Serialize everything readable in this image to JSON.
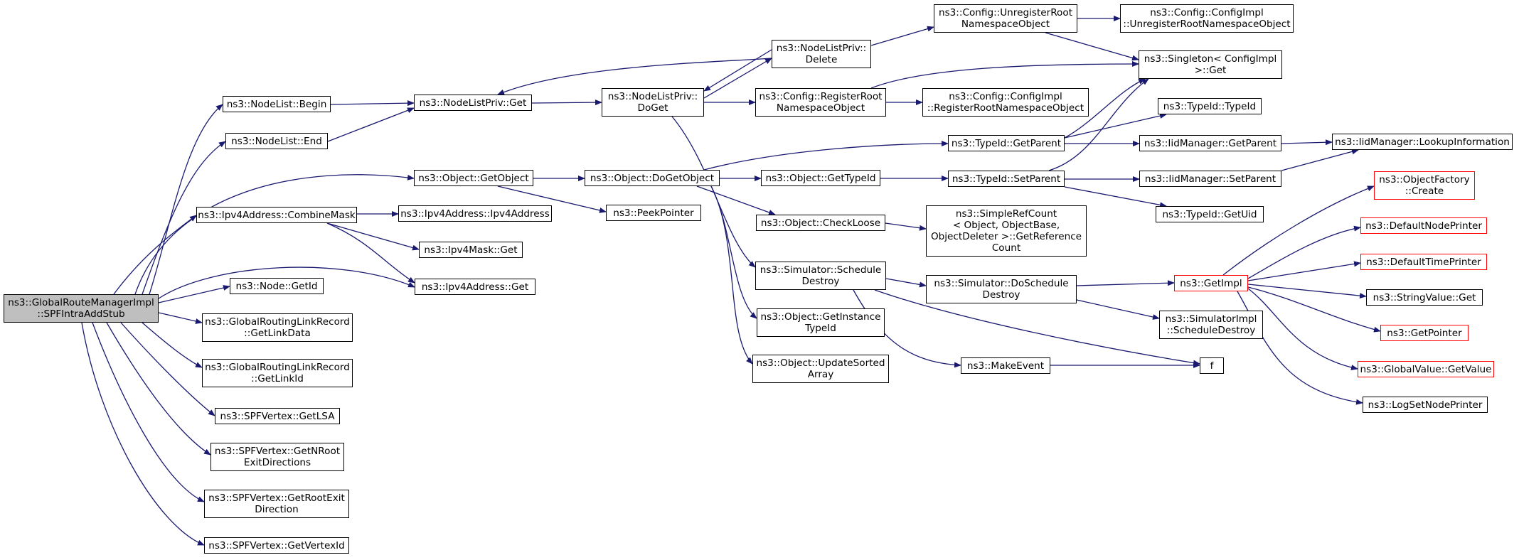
{
  "nodes": {
    "root": {
      "lines": [
        "ns3::GlobalRouteManagerImpl",
        "::SPFIntraAddStub"
      ]
    },
    "nlBegin": {
      "lines": [
        "ns3::NodeList::Begin"
      ]
    },
    "nlEnd": {
      "lines": [
        "ns3::NodeList::End"
      ]
    },
    "objGet": {
      "lines": [
        "ns3::Object::GetObject"
      ]
    },
    "combineMask": {
      "lines": [
        "ns3::Ipv4Address::CombineMask"
      ]
    },
    "nodeGetId": {
      "lines": [
        "ns3::Node::GetId"
      ]
    },
    "grlGetData": {
      "lines": [
        "ns3::GlobalRoutingLinkRecord",
        "::GetLinkData"
      ]
    },
    "grlGetId": {
      "lines": [
        "ns3::GlobalRoutingLinkRecord",
        "::GetLinkId"
      ]
    },
    "spfLSA": {
      "lines": [
        "ns3::SPFVertex::GetLSA"
      ]
    },
    "spfNRoot": {
      "lines": [
        "ns3::SPFVertex::GetNRoot",
        "ExitDirections"
      ]
    },
    "spfRootExit": {
      "lines": [
        "ns3::SPFVertex::GetRootExit",
        "Direction"
      ]
    },
    "spfVertexId": {
      "lines": [
        "ns3::SPFVertex::GetVertexId"
      ]
    },
    "nlpGet": {
      "lines": [
        "ns3::NodeListPriv::Get"
      ]
    },
    "ipv4Addr": {
      "lines": [
        "ns3::Ipv4Address::Ipv4Address"
      ]
    },
    "ipv4Mask": {
      "lines": [
        "ns3::Ipv4Mask::Get"
      ]
    },
    "ipv4Get": {
      "lines": [
        "ns3::Ipv4Address::Get"
      ]
    },
    "nlpDoGet": {
      "lines": [
        "ns3::NodeListPriv::",
        "DoGet"
      ]
    },
    "doGetObj": {
      "lines": [
        "ns3::Object::DoGetObject"
      ]
    },
    "peek": {
      "lines": [
        "ns3::PeekPointer"
      ]
    },
    "nlpDelete": {
      "lines": [
        "ns3::NodeListPriv::",
        "Delete"
      ]
    },
    "cfgRegister": {
      "lines": [
        "ns3::Config::RegisterRoot",
        "NamespaceObject"
      ]
    },
    "getTypeId": {
      "lines": [
        "ns3::Object::GetTypeId"
      ]
    },
    "checkLoose": {
      "lines": [
        "ns3::Object::CheckLoose"
      ]
    },
    "schedDestroy": {
      "lines": [
        "ns3::Simulator::Schedule",
        "Destroy"
      ]
    },
    "getInstance": {
      "lines": [
        "ns3::Object::GetInstance",
        "TypeId"
      ]
    },
    "updateSorted": {
      "lines": [
        "ns3::Object::UpdateSorted",
        "Array"
      ]
    },
    "cfgUnreg": {
      "lines": [
        "ns3::Config::UnregisterRoot",
        "NamespaceObject"
      ]
    },
    "cfgImplReg": {
      "lines": [
        "ns3::Config::ConfigImpl",
        "::RegisterRootNamespaceObject"
      ]
    },
    "tidGetParent": {
      "lines": [
        "ns3::TypeId::GetParent"
      ]
    },
    "tidSetParent": {
      "lines": [
        "ns3::TypeId::SetParent"
      ]
    },
    "refCount": {
      "lines": [
        "ns3::SimpleRefCount",
        "< Object, ObjectBase,",
        "ObjectDeleter >::GetReference",
        "Count"
      ]
    },
    "doSchedDestroy": {
      "lines": [
        "ns3::Simulator::DoSchedule",
        "Destroy"
      ]
    },
    "makeEvent": {
      "lines": [
        "ns3::MakeEvent"
      ]
    },
    "cfgImplUnreg": {
      "lines": [
        "ns3::Config::ConfigImpl",
        "::UnregisterRootNamespaceObject"
      ]
    },
    "singleton": {
      "lines": [
        "ns3::Singleton< ConfigImpl",
        " >::Get"
      ]
    },
    "tidTypeId": {
      "lines": [
        "ns3::TypeId::TypeId"
      ]
    },
    "iidGetParent": {
      "lines": [
        "ns3::IidManager::GetParent"
      ]
    },
    "iidSetParent": {
      "lines": [
        "ns3::IidManager::SetParent"
      ]
    },
    "tidGetUid": {
      "lines": [
        "ns3::TypeId::GetUid"
      ]
    },
    "getImpl": {
      "lines": [
        "ns3::GetImpl"
      ]
    },
    "simImplDestroy": {
      "lines": [
        "ns3::SimulatorImpl",
        "::ScheduleDestroy"
      ]
    },
    "f": {
      "lines": [
        "f"
      ]
    },
    "iidLookup": {
      "lines": [
        "ns3::IidManager::LookupInformation"
      ]
    },
    "objFactory": {
      "lines": [
        "ns3::ObjectFactory",
        "::Create"
      ]
    },
    "defNodePrinter": {
      "lines": [
        "ns3::DefaultNodePrinter"
      ]
    },
    "defTimePrinter": {
      "lines": [
        "ns3::DefaultTimePrinter"
      ]
    },
    "strValGet": {
      "lines": [
        "ns3::StringValue::Get"
      ]
    },
    "getPointer": {
      "lines": [
        "ns3::GetPointer"
      ]
    },
    "gvGetValue": {
      "lines": [
        "ns3::GlobalValue::GetValue"
      ]
    },
    "logNodePrinter": {
      "lines": [
        "ns3::LogSetNodePrinter"
      ]
    }
  },
  "colors": {
    "edge": "#191970",
    "border": "#000000",
    "truncated_border": "#ff0000",
    "root_fill": "#bfbfbf"
  }
}
